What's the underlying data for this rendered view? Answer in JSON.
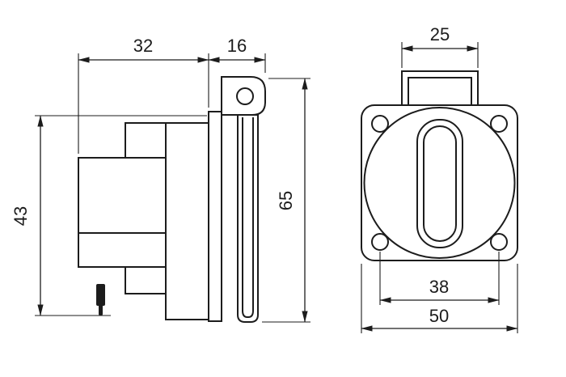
{
  "colors": {
    "line": "#1c1c1c",
    "background": "#ffffff"
  },
  "side_view": {
    "body_depth": "32",
    "cover_depth": "16",
    "body_height": "43",
    "overall_height": "65"
  },
  "front_view": {
    "hinge_width": "25",
    "hole_spacing": "38",
    "plate_width": "50"
  }
}
